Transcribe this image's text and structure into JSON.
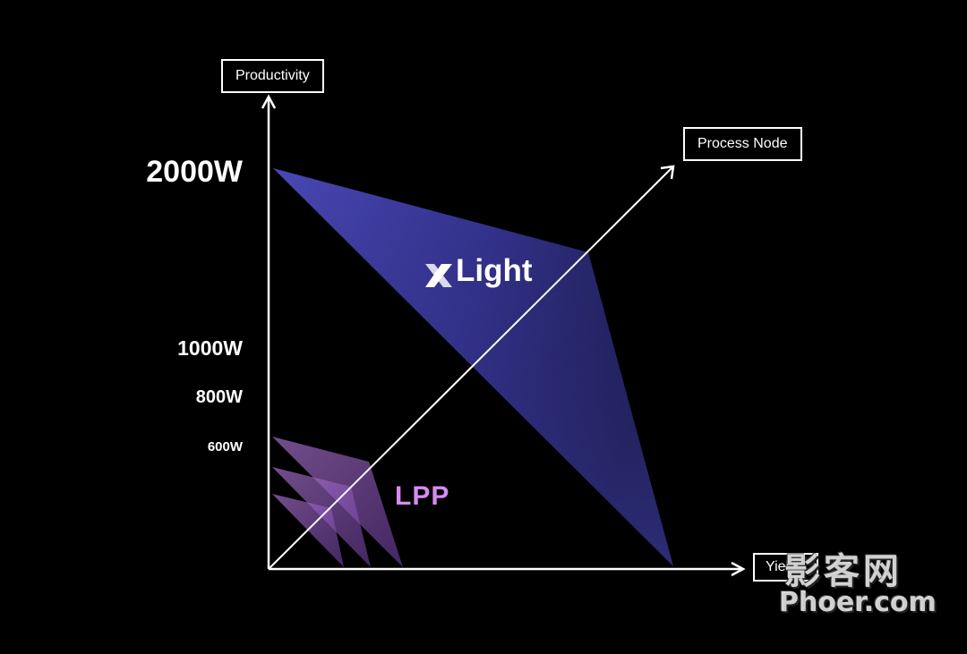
{
  "axes": {
    "y_label": "Productivity",
    "diagonal_label": "Process Node",
    "x_label": "Yield"
  },
  "y_ticks": {
    "t2000": "2000W",
    "t1000": "1000W",
    "t800": "800W",
    "t600": "600W"
  },
  "products": {
    "xlight": "Light",
    "lpp": "LPP"
  },
  "watermark": {
    "chinese": "影客网",
    "site": "Phoer.com"
  },
  "colors": {
    "background": "#000000",
    "xlight_fill": "#3b3a9a",
    "lpp_fill": "#9a5cc8",
    "lpp_text": "#d58cf0",
    "axis": "#ffffff"
  }
}
